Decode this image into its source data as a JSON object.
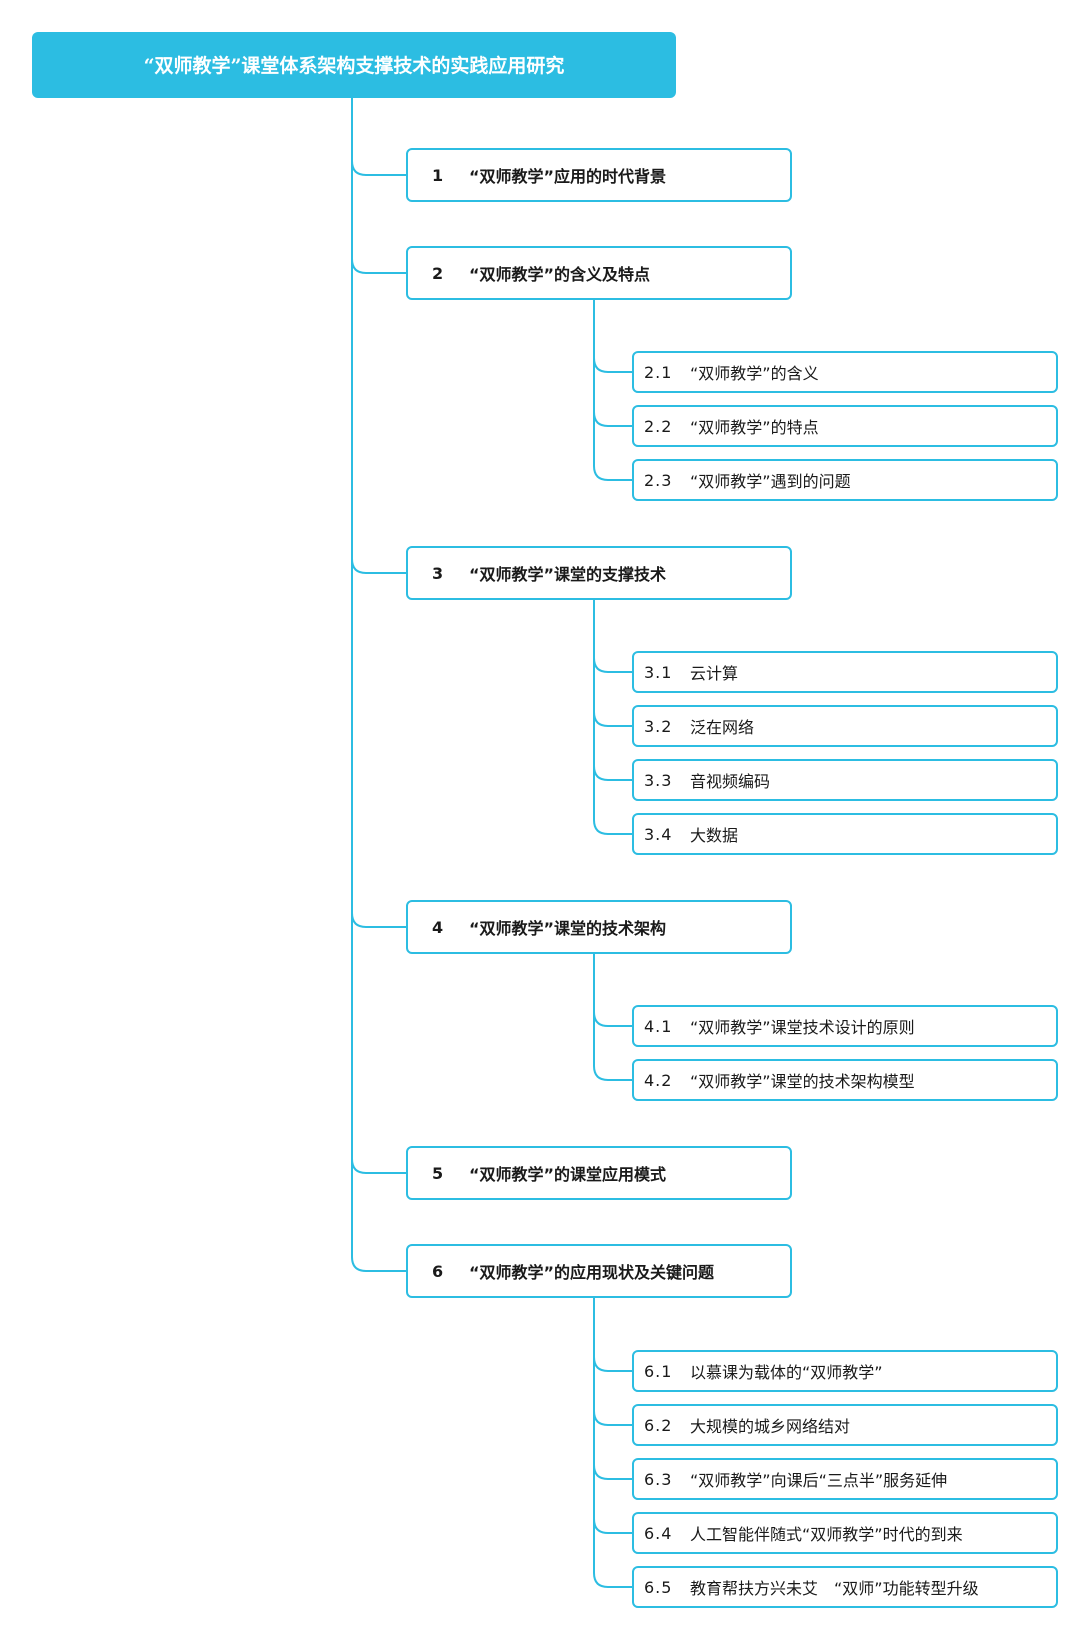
{
  "root": {
    "title": "“双师教学”课堂体系架构支撑技术的实践应用研究"
  },
  "sections": [
    {
      "num": "1",
      "label": "“双师教学”应用的时代背景",
      "children": []
    },
    {
      "num": "2",
      "label": "“双师教学”的含义及特点",
      "children": [
        {
          "num": "2.1",
          "label": "“双师教学”的含义"
        },
        {
          "num": "2.2",
          "label": "“双师教学”的特点"
        },
        {
          "num": "2.3",
          "label": "“双师教学”遇到的问题"
        }
      ]
    },
    {
      "num": "3",
      "label": "“双师教学”课堂的支撑技术",
      "children": [
        {
          "num": "3.1",
          "label": "云计算"
        },
        {
          "num": "3.2",
          "label": "泛在网络"
        },
        {
          "num": "3.3",
          "label": "音视频编码"
        },
        {
          "num": "3.4",
          "label": "大数据"
        }
      ]
    },
    {
      "num": "4",
      "label": "“双师教学”课堂的技术架构",
      "children": [
        {
          "num": "4.1",
          "label": "“双师教学”课堂技术设计的原则"
        },
        {
          "num": "4.2",
          "label": "“双师教学”课堂的技术架构模型"
        }
      ]
    },
    {
      "num": "5",
      "label": "“双师教学”的课堂应用模式",
      "children": []
    },
    {
      "num": "6",
      "label": "“双师教学”的应用现状及关键问题",
      "children": [
        {
          "num": "6.1",
          "label": "以慕课为载体的“双师教学”"
        },
        {
          "num": "6.2",
          "label": "大规模的城乡网络结对"
        },
        {
          "num": "6.3",
          "label": "“双师教学”向课后“三点半”服务延伸"
        },
        {
          "num": "6.4",
          "label": "人工智能伴随式“双师教学”时代的到来"
        },
        {
          "num": "6.5",
          "label": "教育帮扶方兴未艾　“双师”功能转型升级"
        }
      ]
    }
  ],
  "colors": {
    "accent": "#2cbde2",
    "text": "#1a1a1a",
    "root_text": "#ffffff"
  }
}
